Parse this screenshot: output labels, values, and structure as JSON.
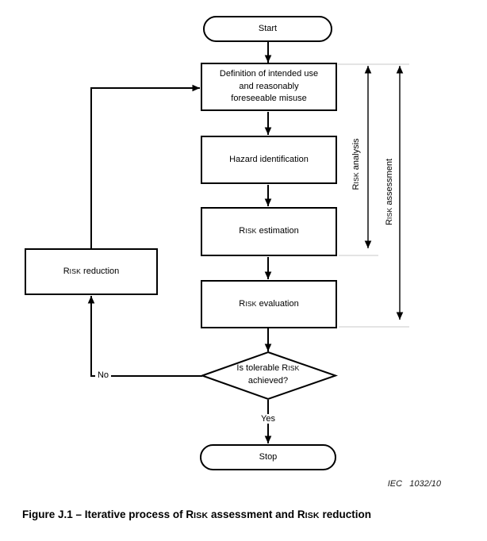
{
  "figure": {
    "credit": "IEC   1032/10",
    "caption_segments": [
      {
        "t": "Figure J.1 – Iterative process of R"
      },
      {
        "t": "ISK",
        "sc": true
      },
      {
        "t": " assessment and R"
      },
      {
        "t": "ISK",
        "sc": true
      },
      {
        "t": " reduction"
      }
    ]
  },
  "flowchart": {
    "nodes": {
      "start": {
        "label": "Start"
      },
      "definition": {
        "label": "Definition of intended use and reasonably foreseeable misuse"
      },
      "hazard": {
        "label": "Hazard identification"
      },
      "estimation": {
        "segments": [
          {
            "t": "R"
          },
          {
            "t": "ISK",
            "sc": true
          },
          {
            "t": " estimation"
          }
        ]
      },
      "evaluation": {
        "segments": [
          {
            "t": "R"
          },
          {
            "t": "ISK",
            "sc": true
          },
          {
            "t": " evaluation"
          }
        ]
      },
      "decision": {
        "segments": [
          {
            "t": "Is tolerable R"
          },
          {
            "t": "ISK",
            "sc": true
          },
          {
            "t": " achieved?"
          }
        ]
      },
      "stop": {
        "label": "Stop"
      },
      "reduction": {
        "segments": [
          {
            "t": "R"
          },
          {
            "t": "ISK",
            "sc": true
          },
          {
            "t": " reduction"
          }
        ]
      }
    },
    "edge_labels": {
      "yes": "Yes",
      "no": "No"
    },
    "brackets": {
      "analysis": {
        "segments": [
          {
            "t": "R"
          },
          {
            "t": "ISK",
            "sc": true
          },
          {
            "t": " analysis"
          }
        ]
      },
      "assessment": {
        "segments": [
          {
            "t": "R"
          },
          {
            "t": "ISK",
            "sc": true
          },
          {
            "t": " assessment"
          }
        ]
      }
    }
  },
  "colors": {
    "line": "#000000",
    "bracket_tick": "#c8c8c8",
    "background": "#ffffff"
  }
}
